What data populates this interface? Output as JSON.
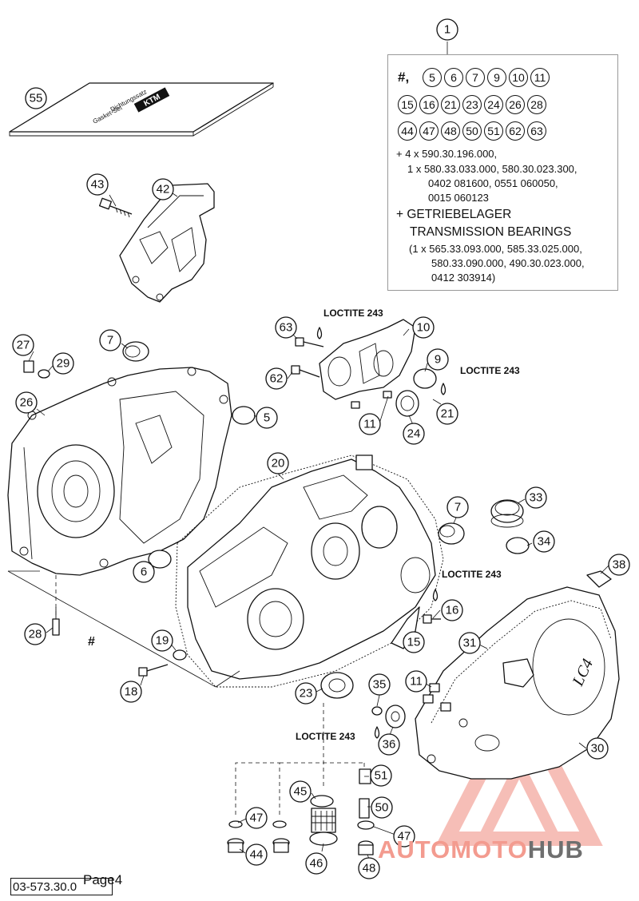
{
  "kit_box": {
    "callout": "1",
    "row1_prefix": "#,",
    "row1": [
      "5",
      "6",
      "7",
      "9",
      "10",
      "11"
    ],
    "row2": [
      "15",
      "16",
      "21",
      "23",
      "24",
      "26",
      "28"
    ],
    "row3": [
      "44",
      "47",
      "48",
      "50",
      "51",
      "62",
      "63"
    ],
    "lines": [
      "+ 4 x 590.30.196.000,",
      "1 x 580.33.033.000, 580.30.023.300,",
      "0402 081600, 0551 060050,",
      "0015 060123",
      "+ GETRIEBELAGER",
      "TRANSMISSION BEARINGS",
      "(1 x 565.33.093.000, 585.33.025.000,",
      "580.33.090.000, 490.30.023.000,",
      "0412 303914)"
    ]
  },
  "gasket_set": {
    "callout": "55",
    "logo_text": "KTM",
    "label_line1": "Dichtungssatz",
    "label_line2": "Gasket-Set"
  },
  "loctite_labels": [
    "LOCTITE 243",
    "LOCTITE 243",
    "LOCTITE 243",
    "LOCTITE 243"
  ],
  "hash_mark": "#",
  "callouts": {
    "c43": "43",
    "c42": "42",
    "c7a": "7",
    "c27": "27",
    "c29": "29",
    "c26": "26",
    "c5": "5",
    "c63": "63",
    "c62": "62",
    "c10": "10",
    "c9": "9",
    "c21": "21",
    "c11a": "11",
    "c24": "24",
    "c20": "20",
    "c7b": "7",
    "c33": "33",
    "c34": "34",
    "c38": "38",
    "c6": "6",
    "c16": "16",
    "c28": "28",
    "c19": "19",
    "c15": "15",
    "c31": "31",
    "c18": "18",
    "c23": "23",
    "c35": "35",
    "c11b": "11",
    "c36": "36",
    "c30": "30",
    "c45": "45",
    "c51": "51",
    "c50": "50",
    "c47a": "47",
    "c47b": "47",
    "c44": "44",
    "c46": "46",
    "c48": "48"
  },
  "cover_text": "LC4",
  "footer": {
    "code": "03-573.30.0",
    "page": "Page4"
  },
  "watermark": {
    "part1": "AUTOMOTO",
    "part2": "HUB",
    "color_primary": "#f08a7e",
    "color_secondary": "#6f6f6f"
  }
}
